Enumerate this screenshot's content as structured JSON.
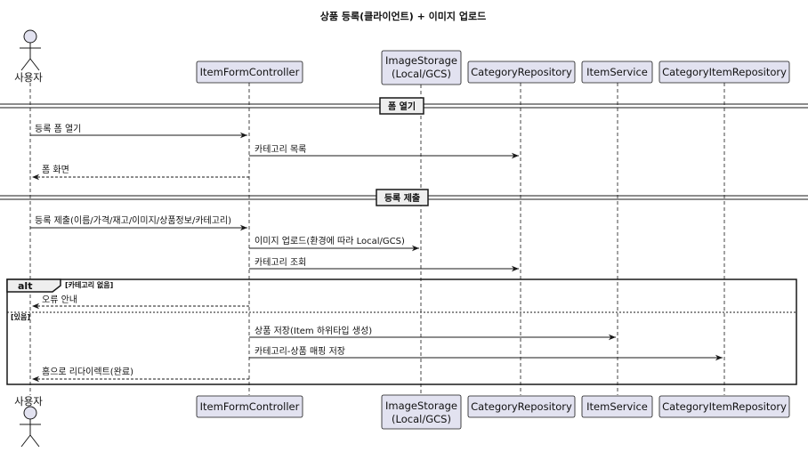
{
  "title": "상품 등록(클라이언트) + 이미지 업로드",
  "actor": {
    "label": "사용자"
  },
  "participants": {
    "controller": "ItemFormController",
    "storage_line1": "ImageStorage",
    "storage_line2": "(Local/GCS)",
    "category_repo": "CategoryRepository",
    "item_service": "ItemService",
    "category_item_repo": "CategoryItemRepository"
  },
  "sections": {
    "open": "폼 열기",
    "submit": "등록 제출"
  },
  "messages": {
    "m1": "등록 폼 열기",
    "m2": "카테고리 목록",
    "m3": "폼 화면",
    "m4": "등록 제출(이름/가격/재고/이미지/상품정보/카테고리)",
    "m5": "이미지 업로드(환경에 따라 Local/GCS)",
    "m6": "카테고리 조회",
    "m7": "오류 안내",
    "m8": "상품 저장(Item 하위타입 생성)",
    "m9": "카테고리-상품 매핑 저장",
    "m10": "홈으로 리다이렉트(완료)"
  },
  "alt": {
    "keyword": "alt",
    "cond_missing": "[카테고리 없음]",
    "cond_exists": "[있음]"
  },
  "colors": {
    "participant_fill": "#E2E2F0",
    "participant_border": "#181818",
    "line": "#181818"
  }
}
